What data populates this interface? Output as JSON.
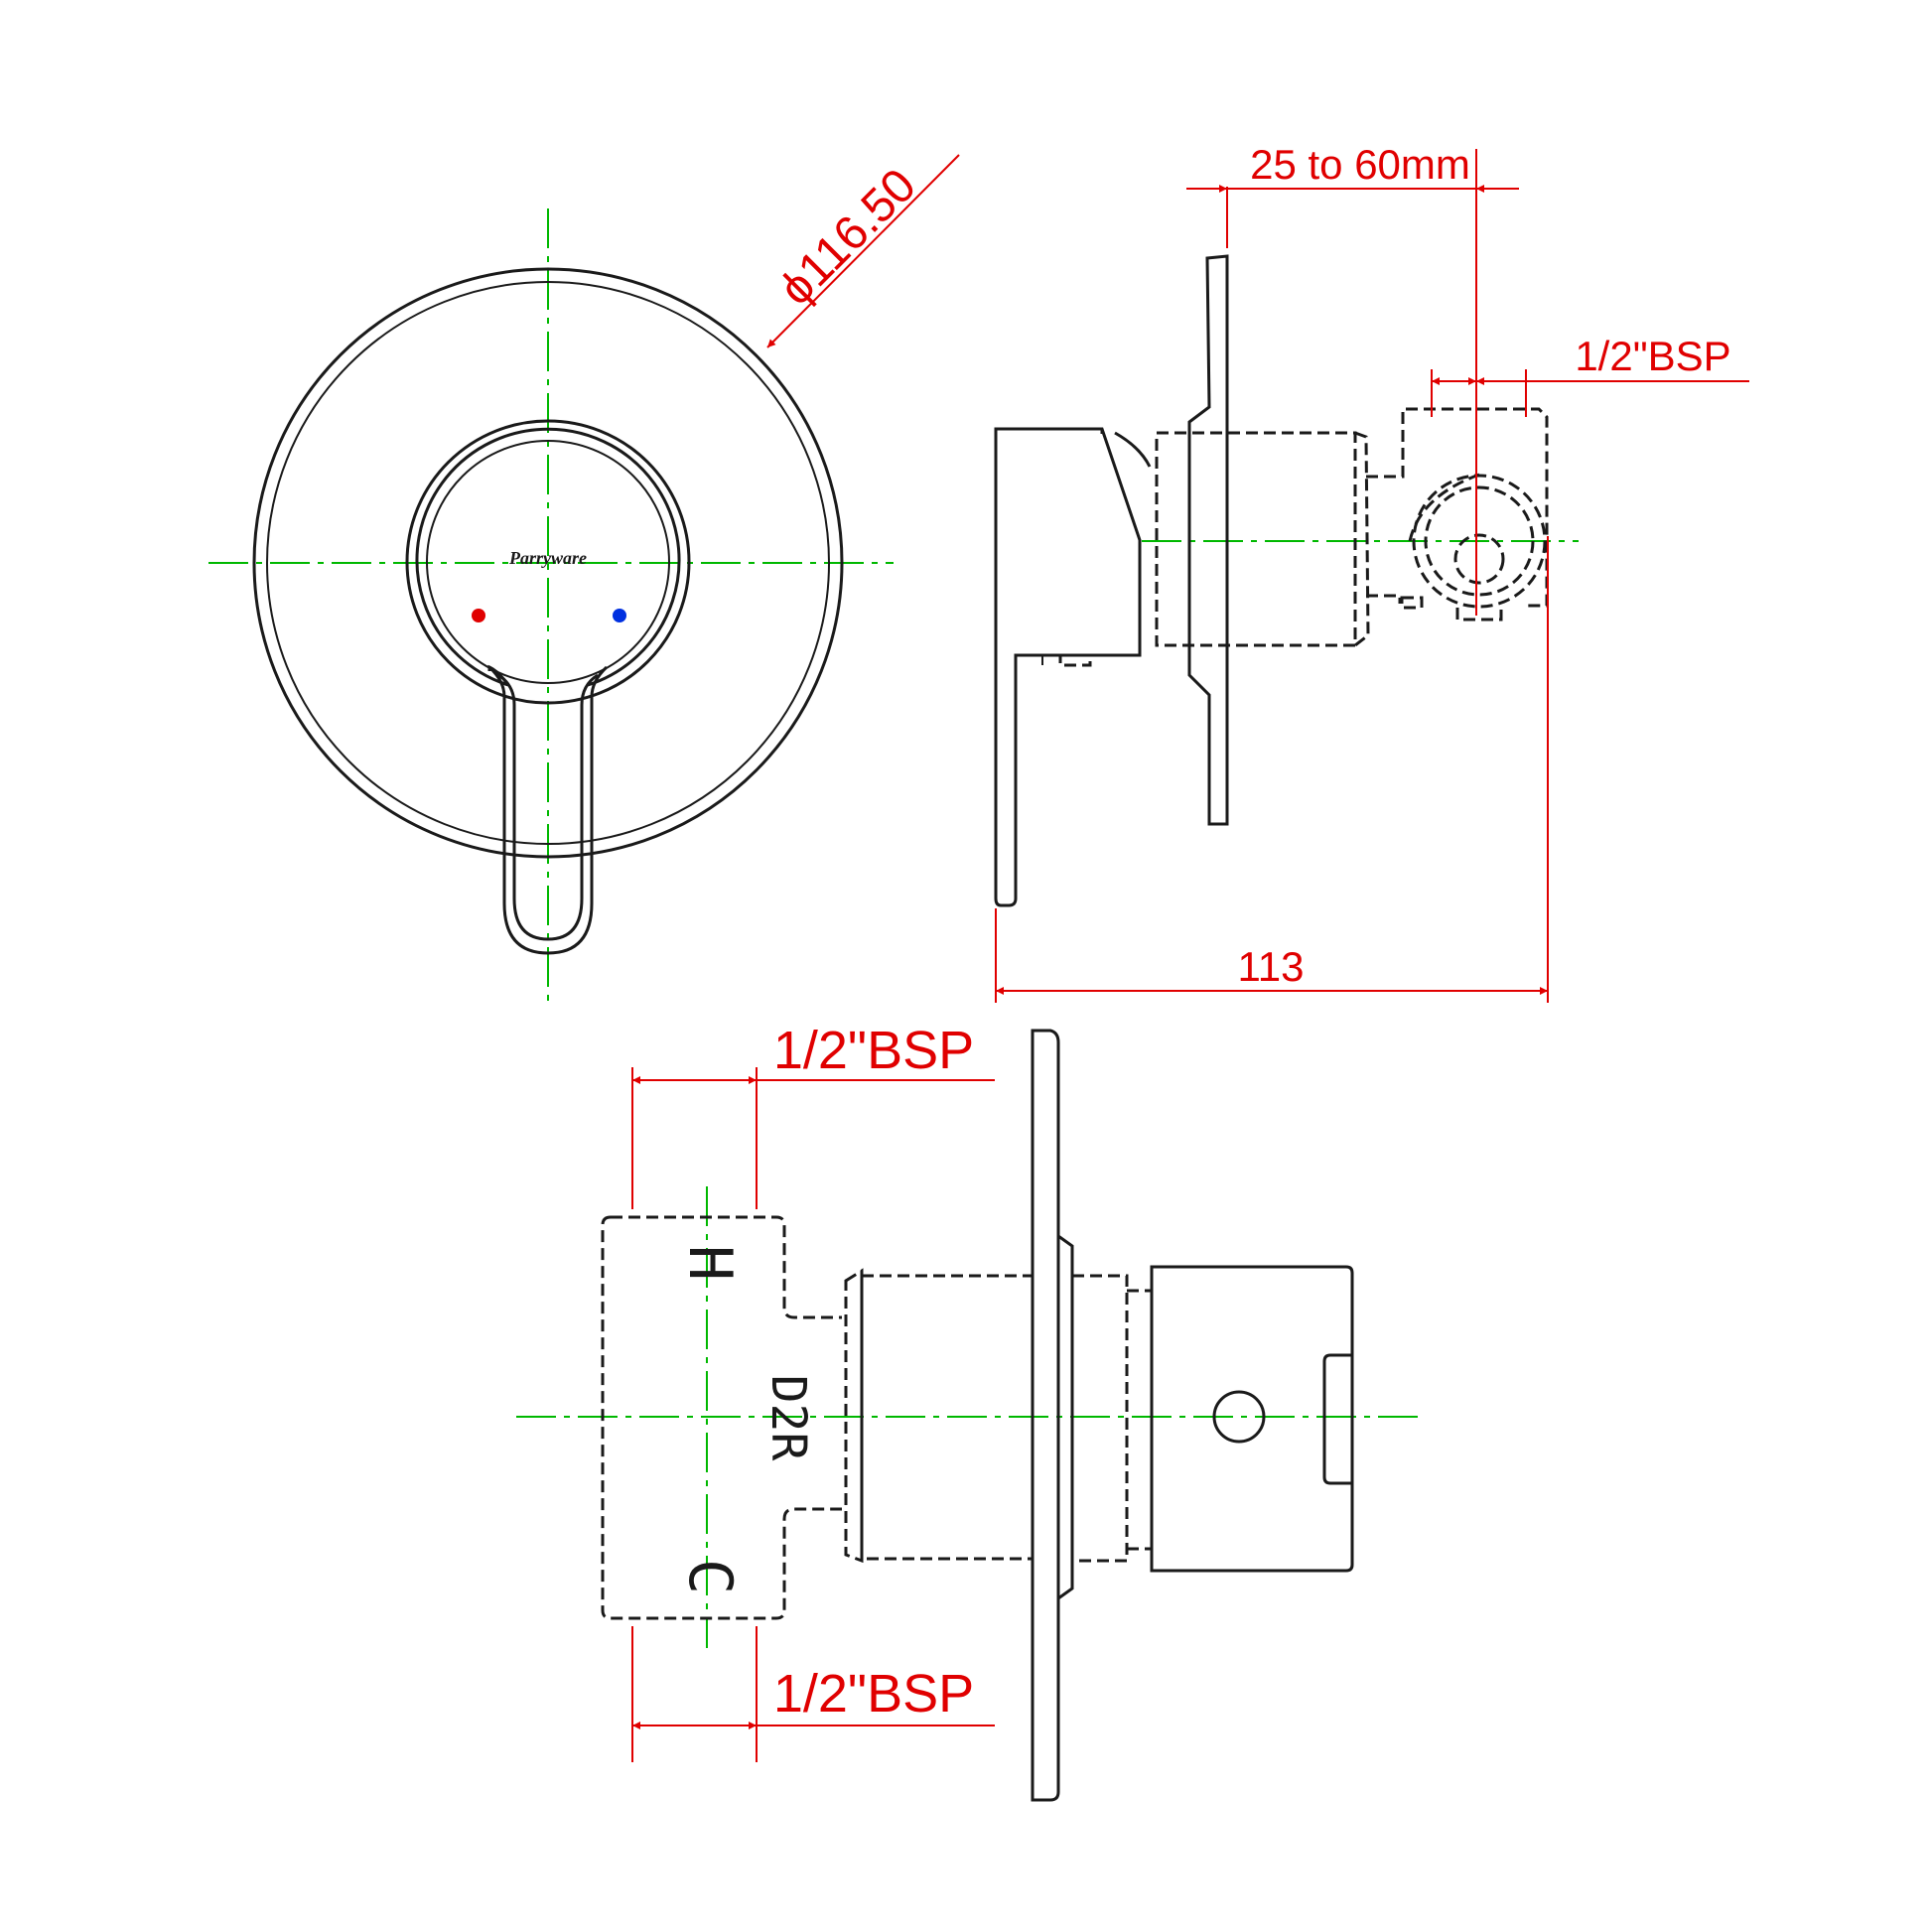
{
  "colors": {
    "outline": "#1a1a1a",
    "dimension": "#e00000",
    "centerline": "#00b800",
    "hot_dot": "#e00000",
    "cold_dot": "#0030e0",
    "background": "#ffffff"
  },
  "front_view": {
    "diameter_label": "ϕ116.50",
    "brand_label": "Parryware"
  },
  "side_view": {
    "depth_label": "25 to 60mm",
    "bsp_label": "1/2\"BSP",
    "length_label": "113"
  },
  "top_view": {
    "bsp_top_label": "1/2\"BSP",
    "bsp_bottom_label": "1/2\"BSP",
    "port_hot": "H",
    "port_cold": "C",
    "body_code": "D2R"
  }
}
